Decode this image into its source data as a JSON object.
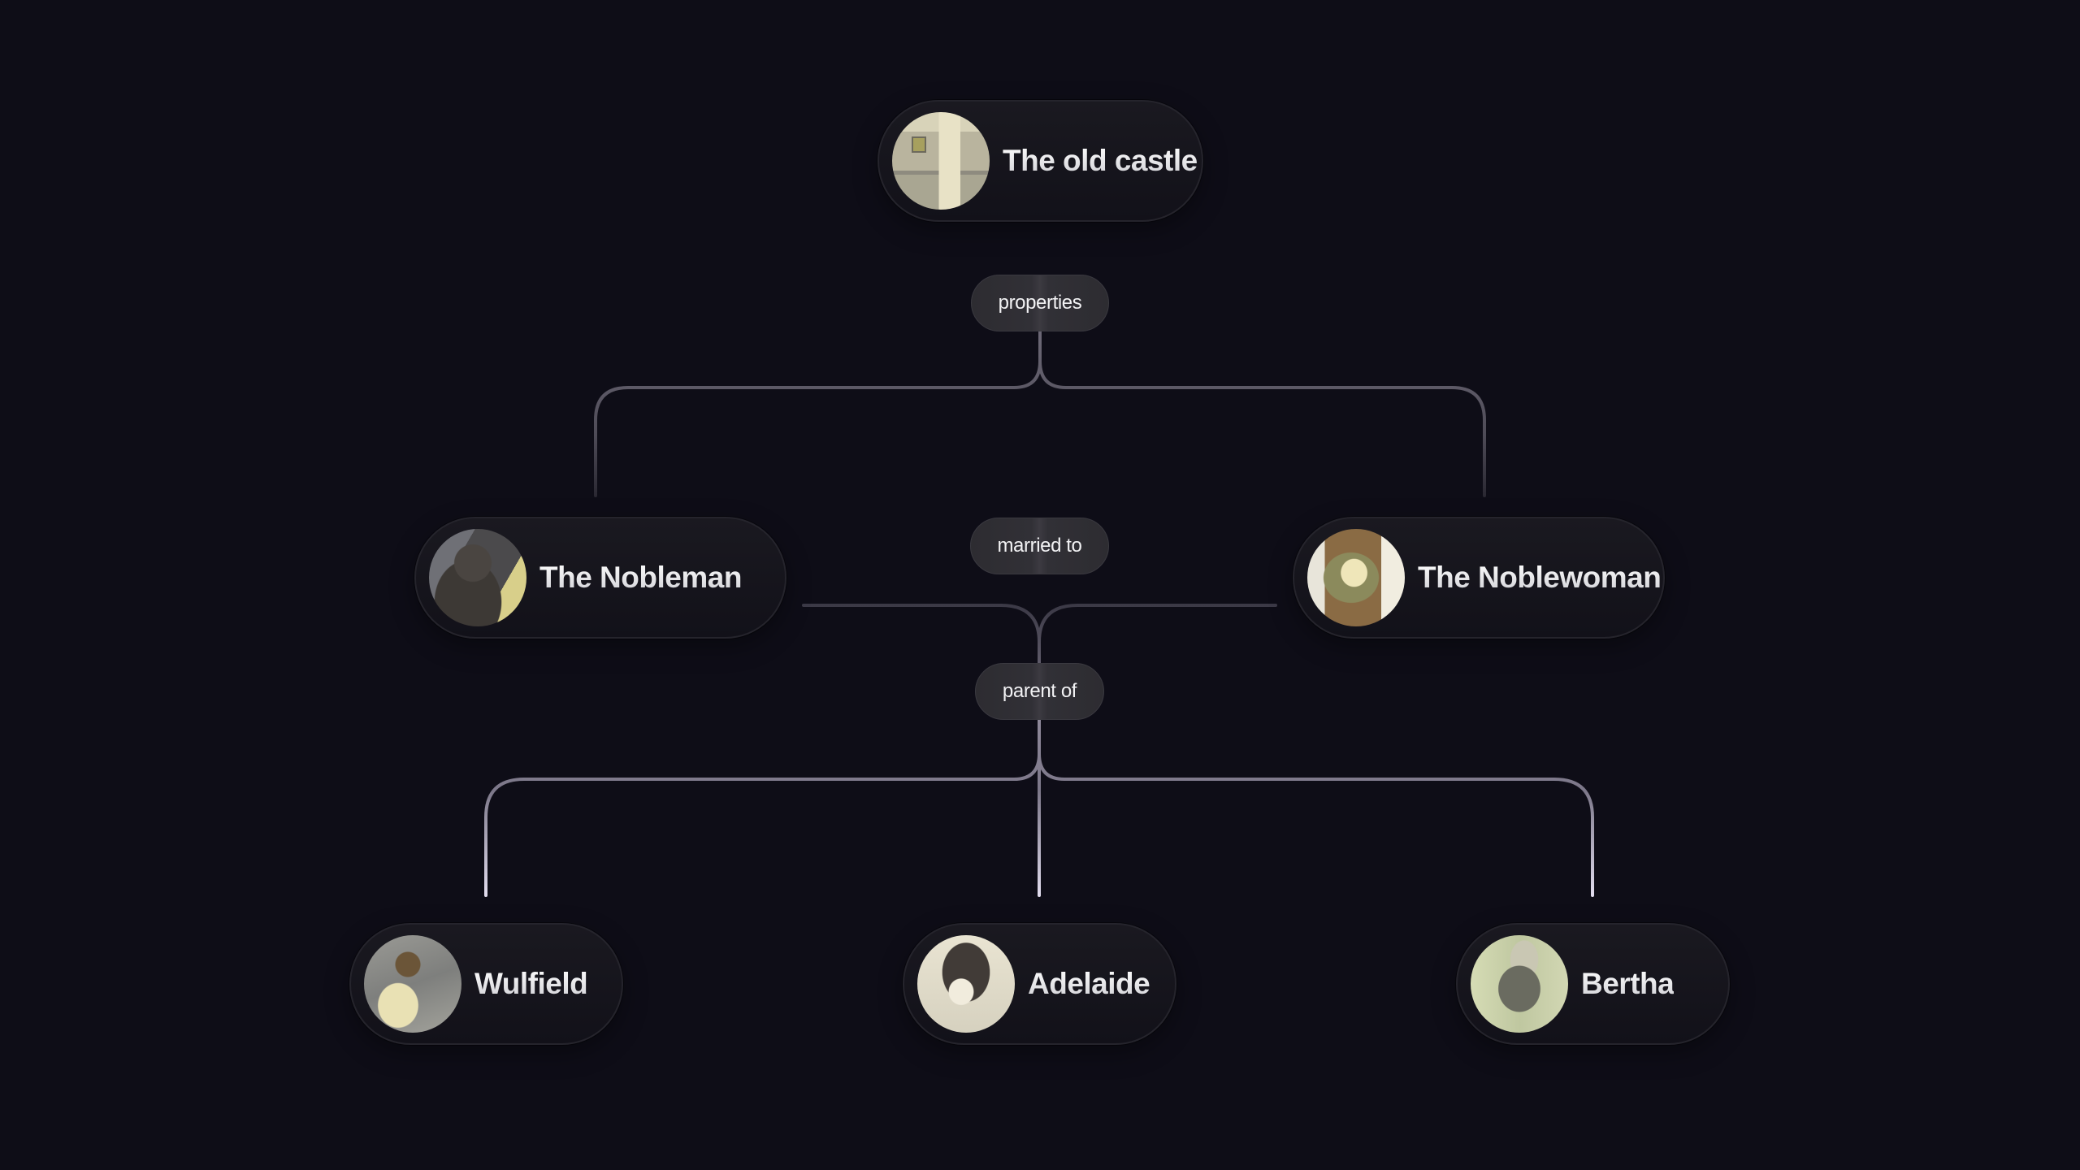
{
  "diagram": {
    "background_color": "#0e0d17",
    "nodes": {
      "castle": {
        "label": "The old castle",
        "avatar": "castle-illustration"
      },
      "nobleman": {
        "label": "The Nobleman",
        "avatar": "nobleman-portrait"
      },
      "noblewoman": {
        "label": "The Noblewoman",
        "avatar": "noblewoman-portrait"
      },
      "wulfield": {
        "label": "Wulfield",
        "avatar": "wulfield-portrait"
      },
      "adelaide": {
        "label": "Adelaide",
        "avatar": "adelaide-portrait"
      },
      "bertha": {
        "label": "Bertha",
        "avatar": "bertha-portrait"
      }
    },
    "edges": {
      "properties": {
        "label": "properties",
        "from": "The old castle",
        "to": [
          "The Nobleman",
          "The Noblewoman"
        ]
      },
      "married_to": {
        "label": "married to",
        "from": "The Nobleman",
        "to": [
          "The Noblewoman"
        ]
      },
      "parent_of": {
        "label": "parent of",
        "from": "The Nobleman + The Noblewoman",
        "to": [
          "Wulfield",
          "Adelaide",
          "Bertha"
        ]
      }
    },
    "colors": {
      "node_fill": "#16151c",
      "node_border": "#25242c",
      "pill_fill": "#2f2e34",
      "line_bright": "#d6d0e4",
      "line_mid": "#7a7585",
      "line_dim": "#3a3844",
      "text": "#e6e6ea"
    }
  }
}
